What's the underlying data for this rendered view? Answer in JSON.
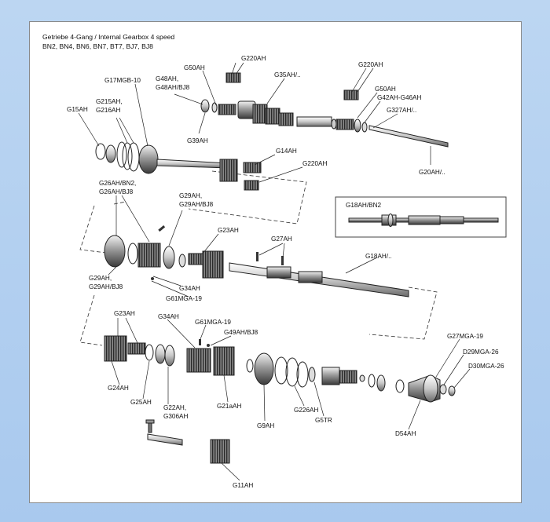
{
  "title": {
    "line1": "Getriebe 4-Gang / Internal Gearbox 4 speed",
    "line2": "BN2, BN4, BN6, BN7, BT7, BJ7, BJ8"
  },
  "inset_label": "G18AH/BN2",
  "labels": {
    "G220AH_a": "G220AH",
    "G50AH_a": "G50AH",
    "G35AH": "G35AH/..",
    "G220AH_b": "G220AH",
    "G48AH": "G48AH,",
    "G48AHBJ8": "G48AH/BJ8",
    "G17MGB": "G17MGB-10",
    "G50AH_b": "G50AH",
    "G42AH": "G42AH-G46AH",
    "G215AH": "G215AH,",
    "G216AH": "G216AH",
    "G15AH": "G15AH",
    "G327AH": "G327AH/..",
    "G39AH": "G39AH",
    "G14AH": "G14AH",
    "G220AH_c": "G220AH",
    "G20AH": "G20AH/..",
    "G26AHBN2": "G26AH/BN2,",
    "G26AHBJ8": "G26AH/BJ8",
    "G29AH_a": "G29AH,",
    "G29AHBJ8_a": "G29AH/BJ8",
    "G23AH_a": "G23AH",
    "G27AH": "G27AH",
    "G18AH": "G18AH/..",
    "G29AH_b": "G29AH,",
    "G29AHBJ8_b": "G29AH/BJ8",
    "G34AH_a": "G34AH",
    "G61MGA_a": "G61MGA-19",
    "G23AH_b": "G23AH",
    "G34AH_b": "G34AH",
    "G61MGA_b": "G61MGA-19",
    "G49AH": "G49AH/BJ8",
    "G27MGA": "G27MGA-19",
    "D29MGA": "D29MGA-26",
    "D30MGA": "D30MGA-26",
    "G24AH": "G24AH",
    "G25AH": "G25AH",
    "G22AH": "G22AH,",
    "G306AH": "G306AH",
    "G21aAH": "G21aAH",
    "G9AH": "G9AH",
    "G226AH": "G226AH",
    "G5TR": "G5TR",
    "D54AH": "D54AH",
    "G11AH": "G11AH"
  }
}
